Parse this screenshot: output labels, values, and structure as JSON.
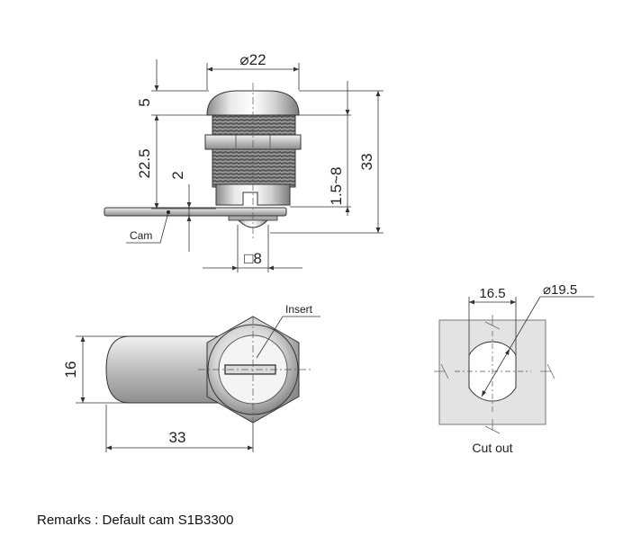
{
  "dimensions": {
    "top_diameter": "⌀22",
    "head_height": "5",
    "body_length": "22.5",
    "cam_thickness": "2",
    "panel_range": "1.5~8",
    "overall_height": "33",
    "square_drive": "□8",
    "front_height": "16",
    "front_length": "33",
    "cutout_flat": "16.5",
    "cutout_diameter": "⌀19.5"
  },
  "labels": {
    "cam": "Cam",
    "insert": "Insert",
    "cutout": "Cut out"
  },
  "remarks": "Remarks : Default cam S1B3300"
}
